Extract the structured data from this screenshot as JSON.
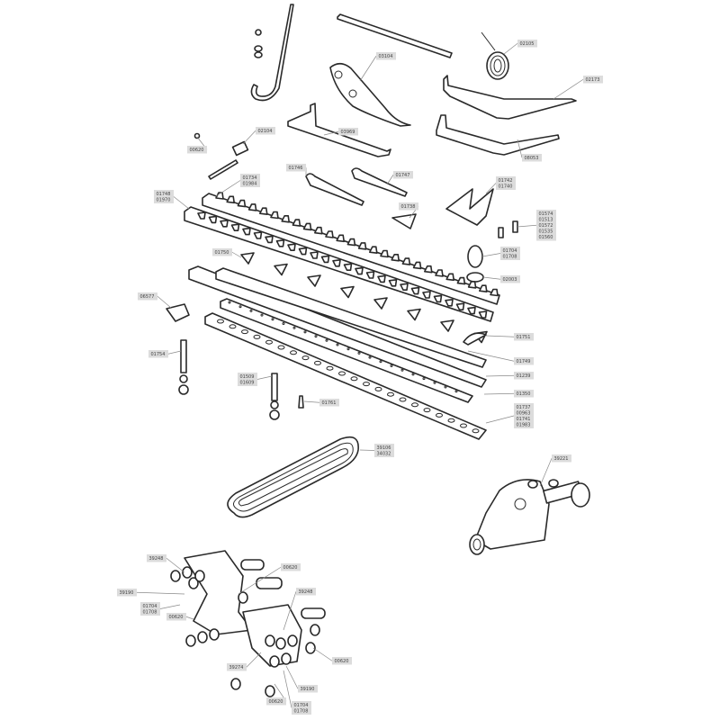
{
  "title": "Mower cutter bar exploded parts diagram",
  "colors": {
    "line": "#2a2a2a",
    "label_bg": "#dcdcdc",
    "label_text": "#444444",
    "leader": "#8a8a8a"
  },
  "labels": [
    {
      "lines": [
        "02105"
      ]
    },
    {
      "lines": [
        "03104"
      ]
    },
    {
      "lines": [
        "02173"
      ]
    },
    {
      "lines": [
        "03969"
      ]
    },
    {
      "lines": [
        "00620"
      ]
    },
    {
      "lines": [
        "02104"
      ]
    },
    {
      "lines": [
        "08053"
      ]
    },
    {
      "lines": [
        "01746"
      ]
    },
    {
      "lines": [
        "01747"
      ]
    },
    {
      "lines": [
        "01734",
        "01984"
      ]
    },
    {
      "lines": [
        "01748",
        "01970"
      ]
    },
    {
      "lines": [
        "01742",
        "01740"
      ]
    },
    {
      "lines": [
        "01738"
      ]
    },
    {
      "lines": [
        "01574",
        "01513",
        "01572",
        "01535",
        "01560"
      ]
    },
    {
      "lines": [
        "01704",
        "01708"
      ]
    },
    {
      "lines": [
        "02003"
      ]
    },
    {
      "lines": [
        "01750"
      ]
    },
    {
      "lines": [
        "06577"
      ]
    },
    {
      "lines": [
        "01751"
      ]
    },
    {
      "lines": [
        "01749"
      ]
    },
    {
      "lines": [
        "01239"
      ]
    },
    {
      "lines": [
        "01350"
      ]
    },
    {
      "lines": [
        "01737",
        "00963",
        "01741",
        "01983"
      ]
    },
    {
      "lines": [
        "01754"
      ]
    },
    {
      "lines": [
        "01509",
        "01609"
      ]
    },
    {
      "lines": [
        "01761"
      ]
    },
    {
      "lines": [
        "39106",
        "34032"
      ]
    },
    {
      "lines": [
        "39221"
      ]
    },
    {
      "lines": [
        "39248"
      ]
    },
    {
      "lines": [
        "39190"
      ]
    },
    {
      "lines": [
        "01704",
        "01708"
      ]
    },
    {
      "lines": [
        "00620"
      ]
    },
    {
      "lines": [
        "00620"
      ]
    },
    {
      "lines": [
        "39248"
      ]
    },
    {
      "lines": [
        "39274"
      ]
    },
    {
      "lines": [
        "00620"
      ]
    },
    {
      "lines": [
        "39190"
      ]
    },
    {
      "lines": [
        "00620"
      ]
    },
    {
      "lines": [
        "01704",
        "01708"
      ]
    }
  ]
}
